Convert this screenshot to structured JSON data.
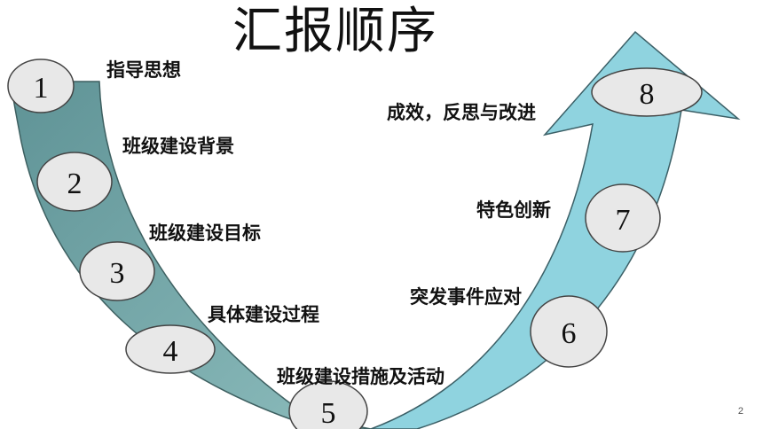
{
  "slide": {
    "title": "汇报顺序",
    "page_number": "2"
  },
  "steps": [
    {
      "number": "1",
      "label": "指导思想"
    },
    {
      "number": "2",
      "label": "班级建设背景"
    },
    {
      "number": "3",
      "label": "班级建设目标"
    },
    {
      "number": "4",
      "label": "具体建设过程"
    },
    {
      "number": "5",
      "label": "班级建设措施及活动"
    },
    {
      "number": "6",
      "label": "突发事件应对"
    },
    {
      "number": "7",
      "label": "特色创新"
    },
    {
      "number": "8",
      "label": "成效，反思与改进"
    }
  ],
  "colors": {
    "left_band": "#6fa3a5",
    "right_band": "#88d0dd",
    "ellipse_fill": "#e8e8e8",
    "ellipse_stroke": "#444444"
  }
}
